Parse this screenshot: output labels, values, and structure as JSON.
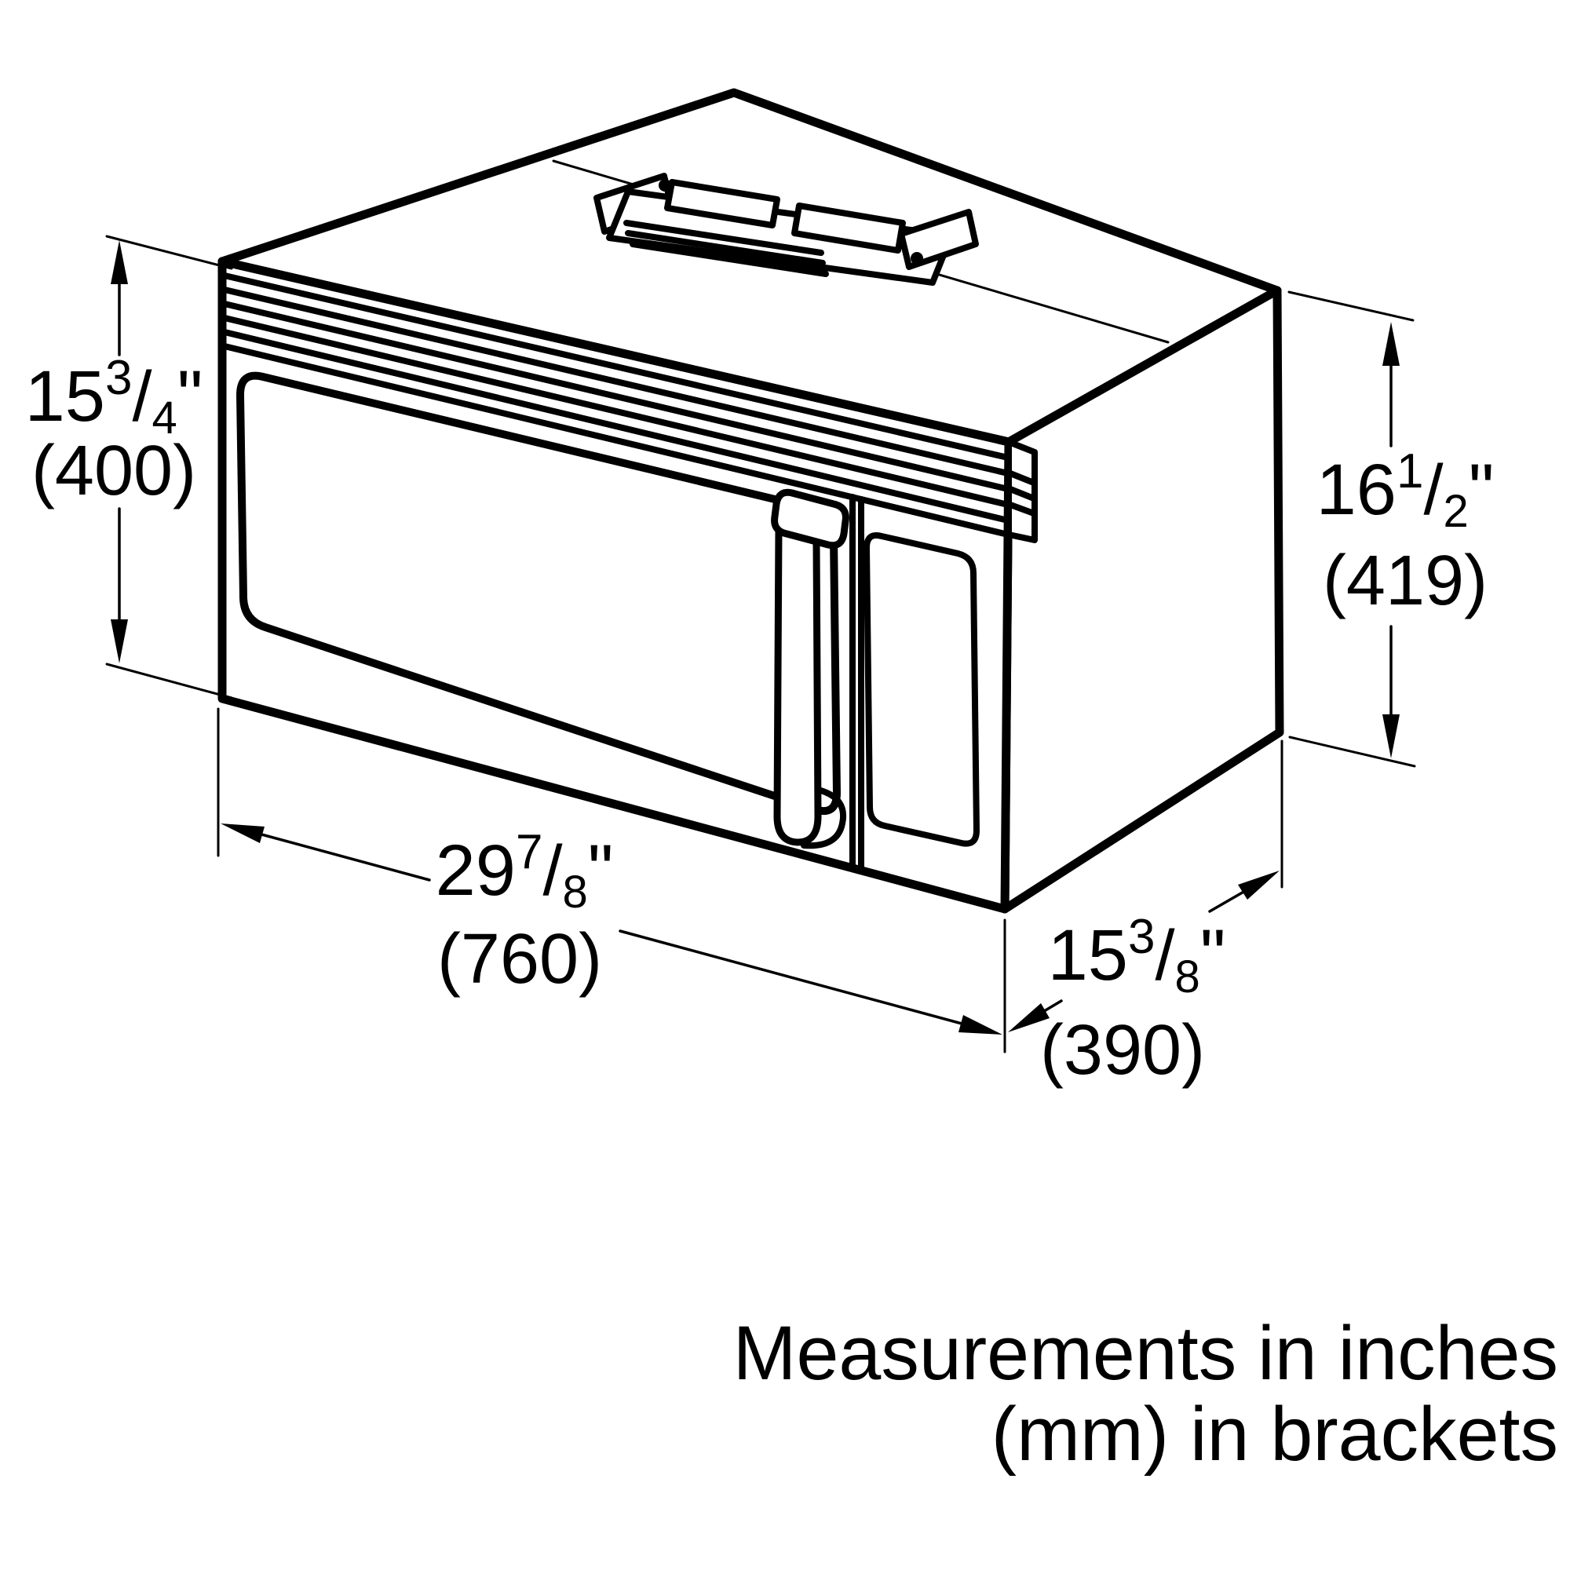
{
  "figure": {
    "type": "technical-dimension-drawing",
    "subject": "over-the-range microwave oven, isometric view with dimension callouts"
  },
  "dimensions": {
    "height_left": {
      "whole": "15",
      "numerator": "3",
      "slash": "/",
      "denominator": "4",
      "unit": "\"",
      "mm": "(400)"
    },
    "height_right": {
      "whole": "16",
      "numerator": "1",
      "slash": "/",
      "denominator": "2",
      "unit": "\"",
      "mm": "(419)"
    },
    "width": {
      "whole": "29",
      "numerator": "7",
      "slash": "/",
      "denominator": "8",
      "unit": "\"",
      "mm": "(760)"
    },
    "depth": {
      "whole": "15",
      "numerator": "3",
      "slash": "/",
      "denominator": "8",
      "unit": "\"",
      "mm": "(390)"
    }
  },
  "footer": {
    "line1": "Measurements in inches",
    "line2": "(mm) in brackets"
  },
  "colors": {
    "line": "#000000",
    "background": "#ffffff"
  }
}
